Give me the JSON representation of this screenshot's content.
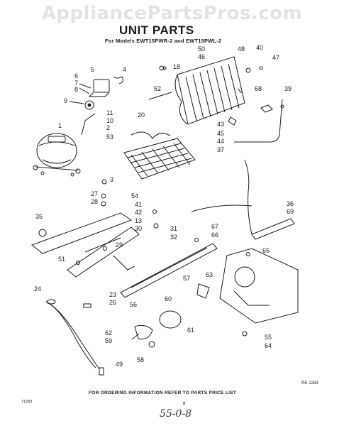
{
  "watermark": "AppliancePartsPros.com",
  "title": "UNIT PARTS",
  "subtitle": "For Models EWT15PWR-2 and EWT15PWL-2",
  "footer_note": "FOR ORDERING INFORMATION REFER TO PARTS PRICE LIST",
  "reference_number": "RE-1283",
  "page_number": "8",
  "corner_code": "71283",
  "handwritten_note": "55-0-8",
  "callouts": [
    {
      "id": "5",
      "label": "5"
    },
    {
      "id": "4",
      "label": "4"
    },
    {
      "id": "6",
      "label": "6"
    },
    {
      "id": "7",
      "label": "7"
    },
    {
      "id": "8",
      "label": "8"
    },
    {
      "id": "9",
      "label": "9"
    },
    {
      "id": "11",
      "label": "11"
    },
    {
      "id": "10",
      "label": "10"
    },
    {
      "id": "1",
      "label": "1"
    },
    {
      "id": "2",
      "label": "2"
    },
    {
      "id": "53",
      "label": "53"
    },
    {
      "id": "3",
      "label": "3"
    },
    {
      "id": "27",
      "label": "27"
    },
    {
      "id": "28",
      "label": "28"
    },
    {
      "id": "18",
      "label": "18"
    },
    {
      "id": "52",
      "label": "52"
    },
    {
      "id": "20",
      "label": "20"
    },
    {
      "id": "50",
      "label": "50"
    },
    {
      "id": "46",
      "label": "46"
    },
    {
      "id": "48",
      "label": "48"
    },
    {
      "id": "40",
      "label": "40"
    },
    {
      "id": "47",
      "label": "47"
    },
    {
      "id": "68",
      "label": "68"
    },
    {
      "id": "39",
      "label": "39"
    },
    {
      "id": "43",
      "label": "43"
    },
    {
      "id": "45",
      "label": "45"
    },
    {
      "id": "44",
      "label": "44"
    },
    {
      "id": "37",
      "label": "37"
    },
    {
      "id": "54",
      "label": "54"
    },
    {
      "id": "41",
      "label": "41"
    },
    {
      "id": "42",
      "label": "42"
    },
    {
      "id": "13",
      "label": "13"
    },
    {
      "id": "30",
      "label": "30"
    },
    {
      "id": "31",
      "label": "31"
    },
    {
      "id": "32",
      "label": "32"
    },
    {
      "id": "36",
      "label": "36"
    },
    {
      "id": "69",
      "label": "69"
    },
    {
      "id": "35",
      "label": "35"
    },
    {
      "id": "29",
      "label": "29"
    },
    {
      "id": "51",
      "label": "51"
    },
    {
      "id": "67",
      "label": "67"
    },
    {
      "id": "66",
      "label": "66"
    },
    {
      "id": "65",
      "label": "65"
    },
    {
      "id": "24",
      "label": "24"
    },
    {
      "id": "23",
      "label": "23"
    },
    {
      "id": "26",
      "label": "26"
    },
    {
      "id": "57",
      "label": "57"
    },
    {
      "id": "63",
      "label": "63"
    },
    {
      "id": "60",
      "label": "60"
    },
    {
      "id": "56",
      "label": "56"
    },
    {
      "id": "61",
      "label": "61"
    },
    {
      "id": "62",
      "label": "62"
    },
    {
      "id": "59",
      "label": "59"
    },
    {
      "id": "58",
      "label": "58"
    },
    {
      "id": "55",
      "label": "55"
    },
    {
      "id": "64",
      "label": "64"
    },
    {
      "id": "49",
      "label": "49"
    }
  ]
}
